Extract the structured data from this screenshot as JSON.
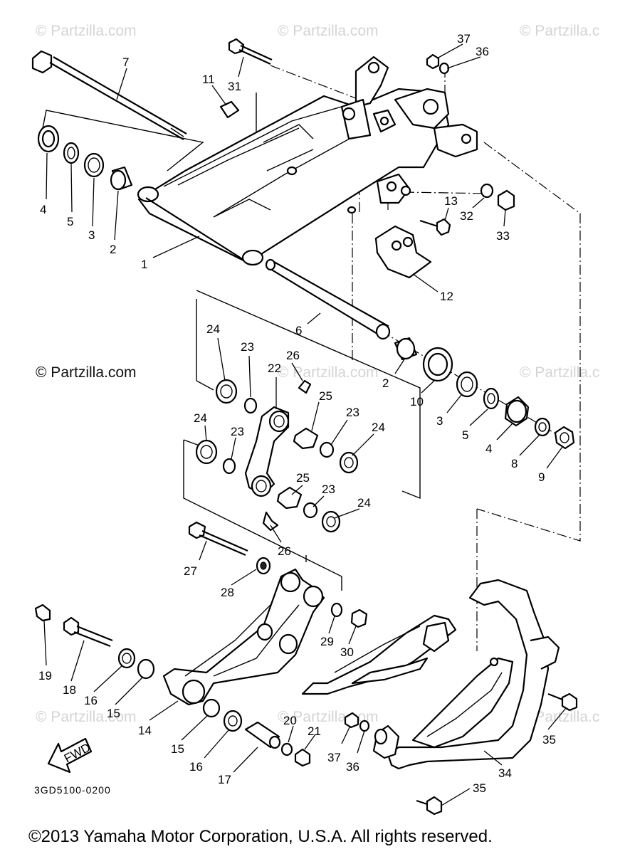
{
  "watermarks": [
    "© Partzilla.com",
    "© Partzilla.com",
    "© Partzilla.c",
    "© Partzilla.com",
    "© Partzilla.com",
    "© Partzilla.c",
    "© Partzilla.com",
    "© Partzilla.com",
    "© Partzilla.c"
  ],
  "watermark_center": "© Partzilla.com",
  "diagram_code": "3GD5100-0200",
  "fwd_label": "FWD",
  "copyright": "©2013 Yamaha Motor Corporation, U.S.A. All rights reserved.",
  "callouts": [
    "7",
    "11",
    "31",
    "37",
    "36",
    "4",
    "5",
    "3",
    "2",
    "1",
    "13",
    "32",
    "33",
    "12",
    "6",
    "24",
    "23",
    "26",
    "22",
    "2",
    "10",
    "3",
    "5",
    "4",
    "8",
    "9",
    "25",
    "23",
    "24",
    "24",
    "23",
    "25",
    "23",
    "24",
    "26",
    "27",
    "28",
    "29",
    "30",
    "19",
    "18",
    "16",
    "15",
    "14",
    "15",
    "16",
    "17",
    "20",
    "21",
    "37",
    "36",
    "34",
    "35",
    "35"
  ]
}
